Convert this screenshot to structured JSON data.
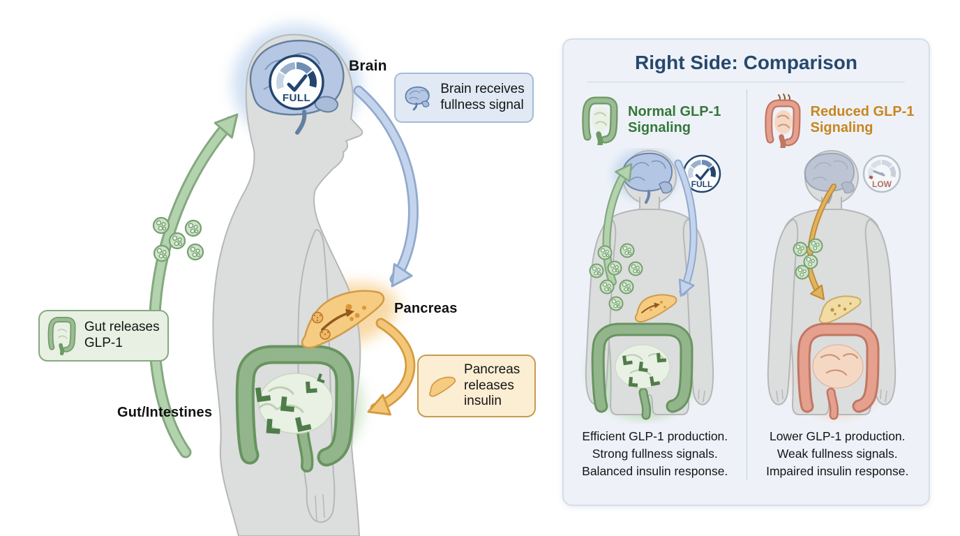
{
  "left_scene": {
    "labels": {
      "brain": "Brain",
      "pancreas": "Pancreas",
      "gut": "Gut/Intestines"
    },
    "gauge": {
      "label": "FULL"
    },
    "callouts": {
      "brain_signal": "Brain receives fullness signal",
      "gut_release": "Gut releases GLP-1",
      "pancreas_release": "Pancreas releases insulin"
    }
  },
  "right_panel": {
    "title": "Right Side: Comparison",
    "columns": [
      {
        "id": "normal",
        "heading": "Normal GLP-1 Signaling",
        "gauge_label": "FULL",
        "summary_lines": [
          "Efficient GLP-1 production.",
          "Strong fullness signals.",
          "Balanced insulin response."
        ]
      },
      {
        "id": "reduced",
        "heading": "Reduced GLP-1 Signaling",
        "gauge_label": "LOW",
        "summary_lines": [
          "Lower GLP-1 production.",
          "Weak fullness signals.",
          "Impaired insulin response."
        ]
      }
    ]
  },
  "colors": {
    "title_navy": "#27486e",
    "normal_accent": "#35783a",
    "reduced_accent": "#c8861f",
    "glp1_green": "#74a06e",
    "pancreas_orange": "#d09b49",
    "brain_blue": "#b5c7e3"
  }
}
